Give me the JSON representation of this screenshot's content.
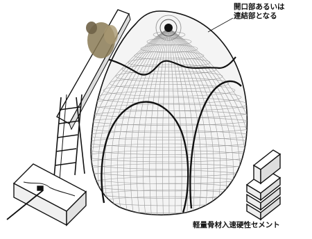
{
  "annotations": {
    "opening_line1": "開口部あるいは",
    "opening_line2": "連結部となる",
    "cement": "軽量骨材入速硬性セメント"
  },
  "colors": {
    "line": "#111111",
    "mesh": "#9a9a9a",
    "background": "#ffffff",
    "worker": "#8a7a55"
  },
  "icons": {
    "dome": "egg-dome-illustration",
    "ladder": "ladder-illustration",
    "mixing_box": "mixing-tray-illustration",
    "bags": "cement-bags-illustration",
    "worker": "worker-figure"
  }
}
